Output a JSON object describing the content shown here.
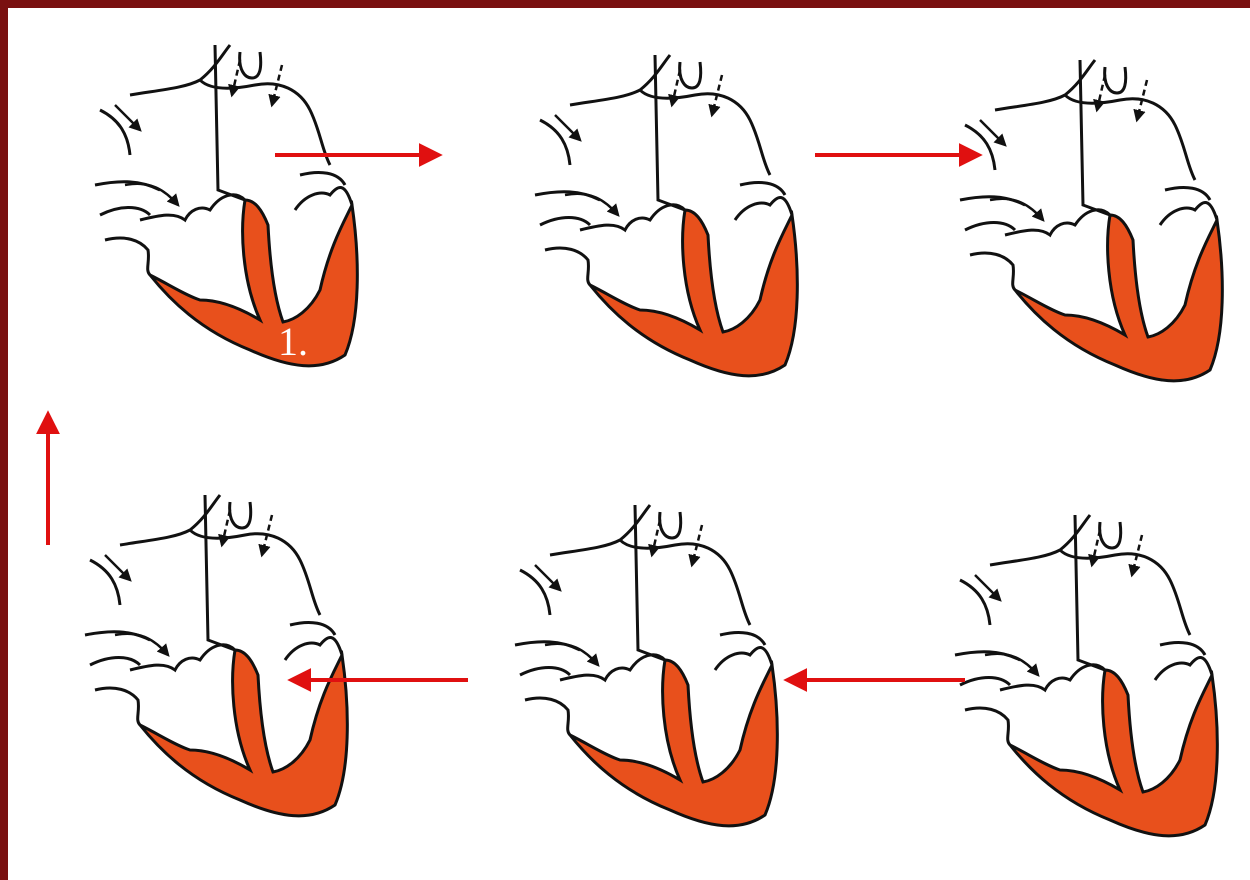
{
  "diagram": {
    "stage_label": "1.",
    "colors": {
      "frame": "#7a1010",
      "background": "#ffffff",
      "myocardium": "#e8501c",
      "outline": "#111111",
      "arrow": "#e01010"
    },
    "panels": [
      {
        "id": "panel-1",
        "phase": "stage-1"
      },
      {
        "id": "panel-2",
        "phase": "stage-2"
      },
      {
        "id": "panel-3",
        "phase": "stage-3"
      },
      {
        "id": "panel-4",
        "phase": "stage-4"
      },
      {
        "id": "panel-5",
        "phase": "stage-5"
      },
      {
        "id": "panel-6",
        "phase": "stage-6"
      }
    ],
    "flow": [
      "panel-1",
      "panel-2",
      "panel-3",
      "panel-6",
      "panel-5",
      "panel-4",
      "panel-1"
    ]
  }
}
